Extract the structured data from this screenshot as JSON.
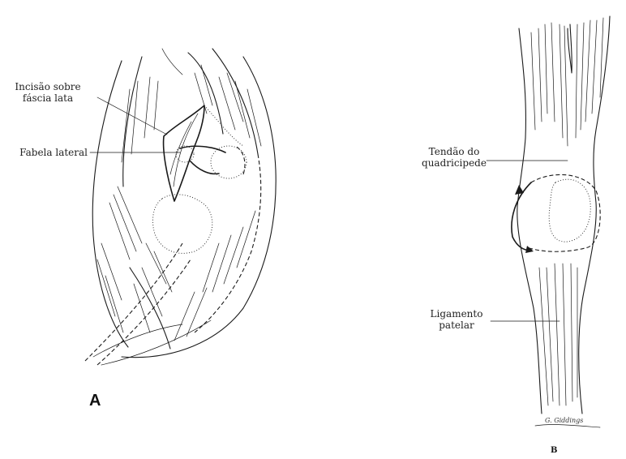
{
  "figure_a": {
    "panel_letter": "A",
    "labels": {
      "incision_line1": "Incisão sobre",
      "incision_line2": "fáscia lata",
      "fabella": "Fabela lateral"
    }
  },
  "figure_b": {
    "panel_letter": "B",
    "labels": {
      "tendon_line1": "Tendão do",
      "tendon_line2": "quadricipede",
      "ligament_line1": "Ligamento",
      "ligament_line2": "patelar"
    },
    "signature": "G. Giddings"
  },
  "colors": {
    "ink": "#1a1a1a",
    "background": "#ffffff"
  }
}
